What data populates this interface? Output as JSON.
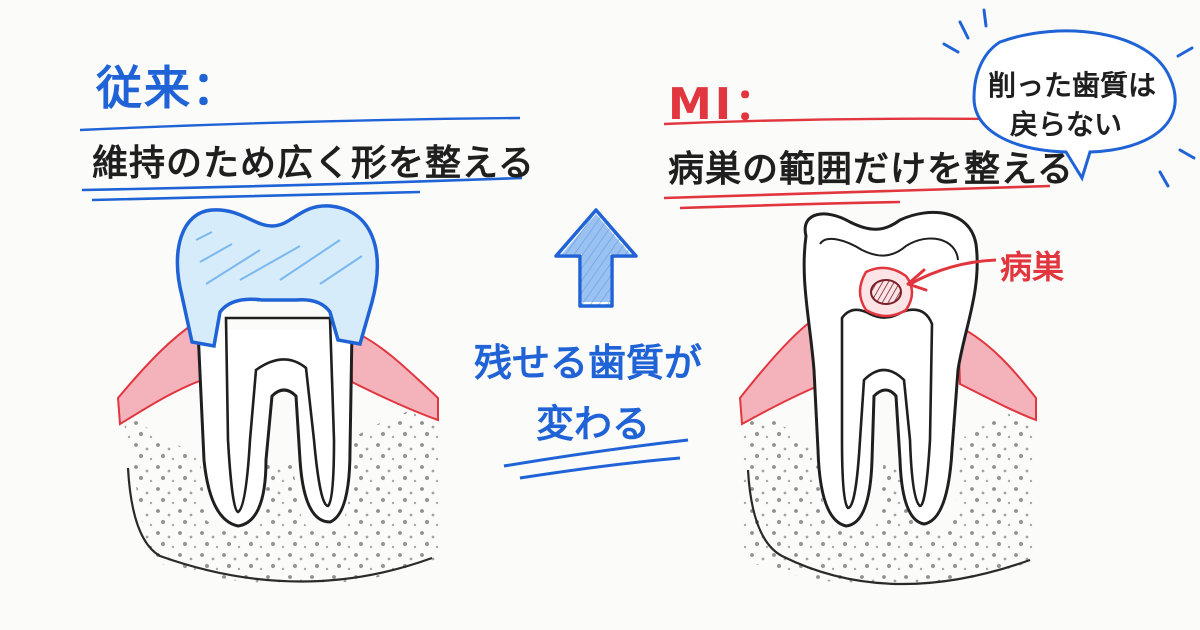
{
  "left": {
    "heading": "従来：",
    "subheading": "維持のため広く形を整える"
  },
  "right": {
    "heading": "MI：",
    "subheading": "病巣の範囲だけを整える",
    "lesion_label": "病巣"
  },
  "center": {
    "line1": "残せる歯質が",
    "line2": "変わる"
  },
  "bubble": {
    "line1": "削った歯質は",
    "line2": "戻らない"
  },
  "colors": {
    "blue": "#1f63d6",
    "red": "#e2363f",
    "ink": "#1f1f1f",
    "gum": "#f4b3bb",
    "crown_fill": "#d7ecfb"
  },
  "icons": [
    "up-arrow-icon",
    "speech-bubble-icon",
    "lesion-arrow-icon"
  ]
}
